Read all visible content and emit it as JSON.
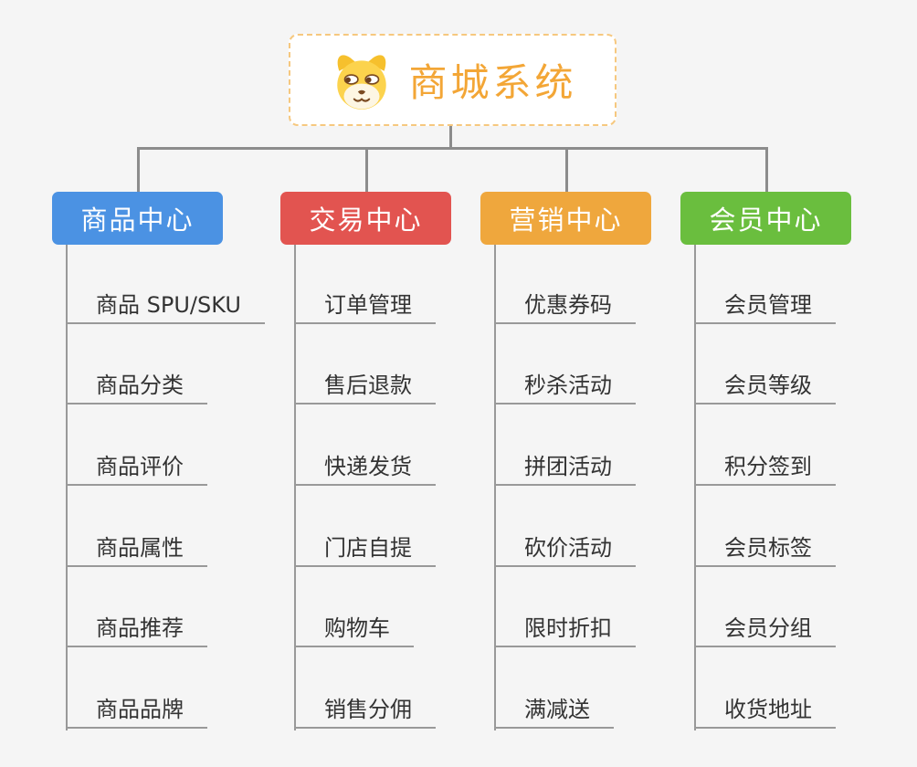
{
  "root": {
    "title": "商城系统",
    "icon": "dog-face-icon",
    "text_color": "#F3A636",
    "border_color": "#F6C87F"
  },
  "branches": [
    {
      "label": "商品中心",
      "color": "#4B92E3",
      "children": [
        "商品 SPU/SKU",
        "商品分类",
        "商品评价",
        "商品属性",
        "商品推荐",
        "商品品牌"
      ]
    },
    {
      "label": "交易中心",
      "color": "#E25450",
      "children": [
        "订单管理",
        "售后退款",
        "快递发货",
        "门店自提",
        "购物车",
        "销售分佣"
      ]
    },
    {
      "label": "营销中心",
      "color": "#EFA73D",
      "children": [
        "优惠券码",
        "秒杀活动",
        "拼团活动",
        "砍价活动",
        "限时折扣",
        "满减送"
      ]
    },
    {
      "label": "会员中心",
      "color": "#6ABE3E",
      "children": [
        "会员管理",
        "会员等级",
        "积分签到",
        "会员标签",
        "会员分组",
        "收货地址"
      ]
    }
  ],
  "colors": {
    "background": "#F5F5F5",
    "connector": "#8C8C8C",
    "leaf_underline": "#999999",
    "leaf_text": "#333333"
  }
}
